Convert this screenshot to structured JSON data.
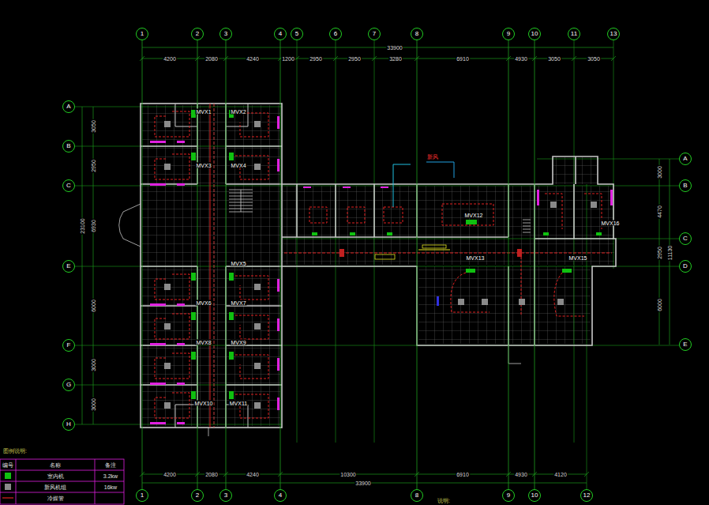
{
  "diagram": {
    "nodes": [
      {
        "text": [
          "1"
        ]
      },
      {
        "text": [
          "2"
        ]
      },
      {
        "text": [
          "3"
        ]
      },
      {
        "text": [
          "4"
        ]
      },
      {
        "text": [
          "5"
        ]
      },
      {
        "text": [
          "6"
        ]
      },
      {
        "text": [
          "7"
        ]
      },
      {
        "text": [
          "8"
        ]
      },
      {
        "text": [
          "9"
        ]
      },
      {
        "text": [
          "10"
        ]
      },
      {
        "text": [
          "11"
        ]
      },
      {
        "text": [
          "13"
        ]
      },
      {
        "text": [
          "A"
        ]
      },
      {
        "text": [
          "B"
        ]
      },
      {
        "text": [
          "C"
        ]
      },
      {
        "text": [
          "E"
        ]
      },
      {
        "text": [
          "F"
        ]
      },
      {
        "text": [
          "G"
        ]
      },
      {
        "text": [
          "H"
        ]
      },
      {
        "text": [
          "A"
        ]
      },
      {
        "text": [
          "B"
        ]
      },
      {
        "text": [
          "C"
        ]
      },
      {
        "text": [
          "D"
        ]
      },
      {
        "text": [
          "E"
        ]
      },
      {
        "text": [
          "1"
        ]
      },
      {
        "text": [
          "2"
        ]
      },
      {
        "text": [
          "3"
        ]
      },
      {
        "text": [
          "4"
        ]
      },
      {
        "text": [
          "8"
        ]
      },
      {
        "text": [
          "9"
        ]
      },
      {
        "text": [
          "10"
        ]
      },
      {
        "text": [
          "12"
        ]
      }
    ],
    "edges": [
      {
        "from": 0,
        "to": 24,
        "arrow": "none"
      },
      {
        "from": 1,
        "to": 25,
        "arrow": "none"
      },
      {
        "from": 2,
        "to": 26,
        "arrow": "none"
      },
      {
        "from": 3,
        "to": 27,
        "arrow": "none"
      },
      {
        "from": 7,
        "to": 28,
        "arrow": "none"
      },
      {
        "from": 8,
        "to": 29,
        "arrow": "none"
      },
      {
        "from": 9,
        "to": 30,
        "arrow": "none"
      }
    ],
    "labels": [
      "33900",
      "4200",
      "2080",
      "4240",
      "1200",
      "2950",
      "2950",
      "3280",
      "6910",
      "4930",
      "3050",
      "3050",
      "33900",
      "4200",
      "2080",
      "4240",
      "10300",
      "6910",
      "4930",
      "4120",
      "23100",
      "3050",
      "2950",
      "6930",
      "6000",
      "3000",
      "3000",
      "11130",
      "3000",
      "4470",
      "2950",
      "6000",
      "MVX1",
      "MVX2",
      "MVX3",
      "MVX4",
      "MVX5",
      "MVX6",
      "MVX7",
      "MVX8",
      "MVX9",
      "MVX10",
      "MVX11",
      "MVX12",
      "MVX13",
      "MVX15",
      "MVX16",
      "新风",
      "说明:",
      "图例说明:",
      "编号",
      "名称",
      "备注",
      "3.2kw",
      "16kw"
    ],
    "legend": [
      {
        "text": "室内机"
      },
      {
        "text": "新风机组"
      },
      {
        "text": "冷媒管"
      }
    ]
  }
}
